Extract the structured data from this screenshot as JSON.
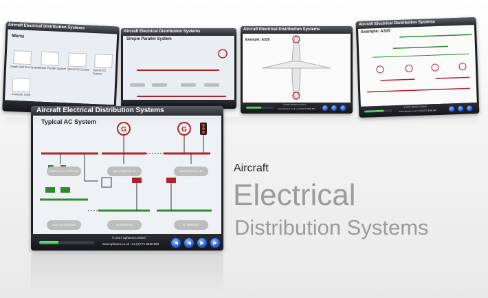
{
  "app_title": "Aircraft Electrical Distribution Systems",
  "thumbs": [
    {
      "title": "Aircraft Electrical Distribution Systems",
      "heading": "Menu",
      "items": [
        "Single Split Bus System",
        "Simple Parallel System",
        "Typical AC System",
        "Typical DC System",
        "Example: A320"
      ]
    },
    {
      "title": "Aircraft Electrical Distribution Systems",
      "heading": "Simple Parallel System"
    },
    {
      "title": "Aircraft Electrical Distribution Systems",
      "heading": "Example: A320",
      "copyright": "© 2017 Sphaera Limited",
      "contact": "www.sphaera.co.uk  +44 (0)771 8838 880"
    },
    {
      "title": "Aircraft Electrical Distribution Systems",
      "heading": "Example: A320",
      "copyright": "© 2017 Sphaera Limited",
      "contact": "www.sphaera.co.uk  +44 (0)771 8838 880"
    }
  ],
  "main": {
    "title": "Aircraft Electrical Distribution Systems",
    "heading": "Typical AC System",
    "boxes_top": [
      "ESSENTIAL AC SERVICES",
      "NON-ESSENTIAL AC SERVICES",
      "NON-ESSENTIAL AC SERVICES"
    ],
    "boxes_bottom": [
      "VITAL AC SERVICES",
      "AC SERVICES",
      "AC SERVICES"
    ],
    "copyright": "© 2017 Sphaera Limited",
    "contact": "www.sphaera.co.uk  +44 (0)771 8838 880",
    "progress": 0.35
  },
  "tagline": {
    "line1": "Aircraft",
    "line2": "Electrical",
    "line3": "Distribution Systems"
  },
  "colors": {
    "red": "#b0222a",
    "green": "#2e8a2f",
    "box": "#bdbdbd"
  }
}
